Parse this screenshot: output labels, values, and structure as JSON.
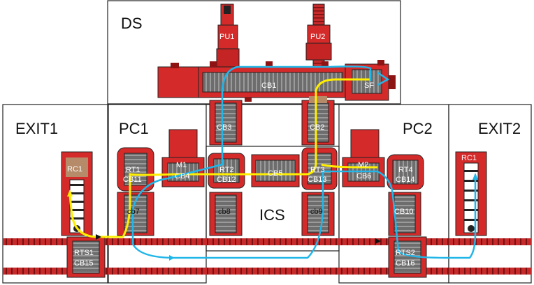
{
  "colors": {
    "equipment_red": "#d42a2a",
    "dark_red": "#8e1414",
    "conveyor_gray": "#6d6d6d",
    "path_yellow": "#ffee00",
    "path_cyan": "#21b6e8",
    "outline": "#222222"
  },
  "zones": {
    "ds": "DS",
    "exit1": "EXIT1",
    "pc1": "PC1",
    "pc2": "PC2",
    "exit2": "EXIT2",
    "ics": "ICS"
  },
  "units": {
    "pu1": "PU1",
    "pu2": "PU2",
    "cb1": "CB1",
    "sf": "SF",
    "cb3": "CB3",
    "cb2": "CB2",
    "rc1_left": "RC1",
    "rc1_right": "RC1",
    "rt1": "RT1",
    "cb11": "CB11",
    "m1": "M1",
    "cb4": "CB4",
    "rt2": "RT2",
    "cb12": "CB12",
    "cb5": "CB5",
    "rt3": "RT3",
    "cb13": "CB13",
    "m2": "M2",
    "cb6": "CB6",
    "rt4": "RT4",
    "cb14": "CB14",
    "cb7": "cb7",
    "cb8": "cb8",
    "cb9": "cb9",
    "cb10": "CB10",
    "rts1": "RTS1",
    "cb15": "CB15",
    "rts2": "RTS2",
    "cb16": "CB16"
  }
}
